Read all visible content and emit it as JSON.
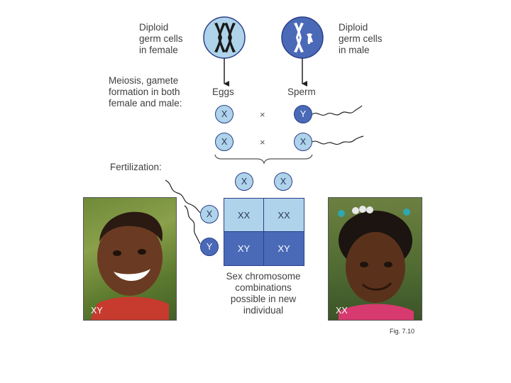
{
  "labels": {
    "female_germ": [
      "Diploid",
      "germ cells",
      "in female"
    ],
    "male_germ": [
      "Diploid",
      "germ cells",
      "in male"
    ],
    "meiosis": [
      "Meiosis, gamete",
      "formation in both",
      "female and male:"
    ],
    "eggs": "Eggs",
    "sperm": "Sperm",
    "fertilization": "Fertilization:",
    "combinations": [
      "Sex chromosome",
      "combinations",
      "possible in new",
      "individual"
    ],
    "fig": "Fig. 7.10"
  },
  "symbols": {
    "cross": "×"
  },
  "gametes": {
    "egg_row1": "X",
    "sperm_row1": "Y",
    "egg_row2": "X",
    "sperm_row2": "X"
  },
  "punnett": {
    "col_headers": [
      "X",
      "X"
    ],
    "row_headers": [
      "X",
      "Y"
    ],
    "cells": [
      [
        "XX",
        "XX"
      ],
      [
        "XY",
        "XY"
      ]
    ]
  },
  "photos": {
    "boy_tag": "XY",
    "girl_tag": "XX"
  },
  "colors": {
    "light_blue": "#aed3ea",
    "dark_blue": "#4a6ab8",
    "outline": "#2c3f8a"
  }
}
